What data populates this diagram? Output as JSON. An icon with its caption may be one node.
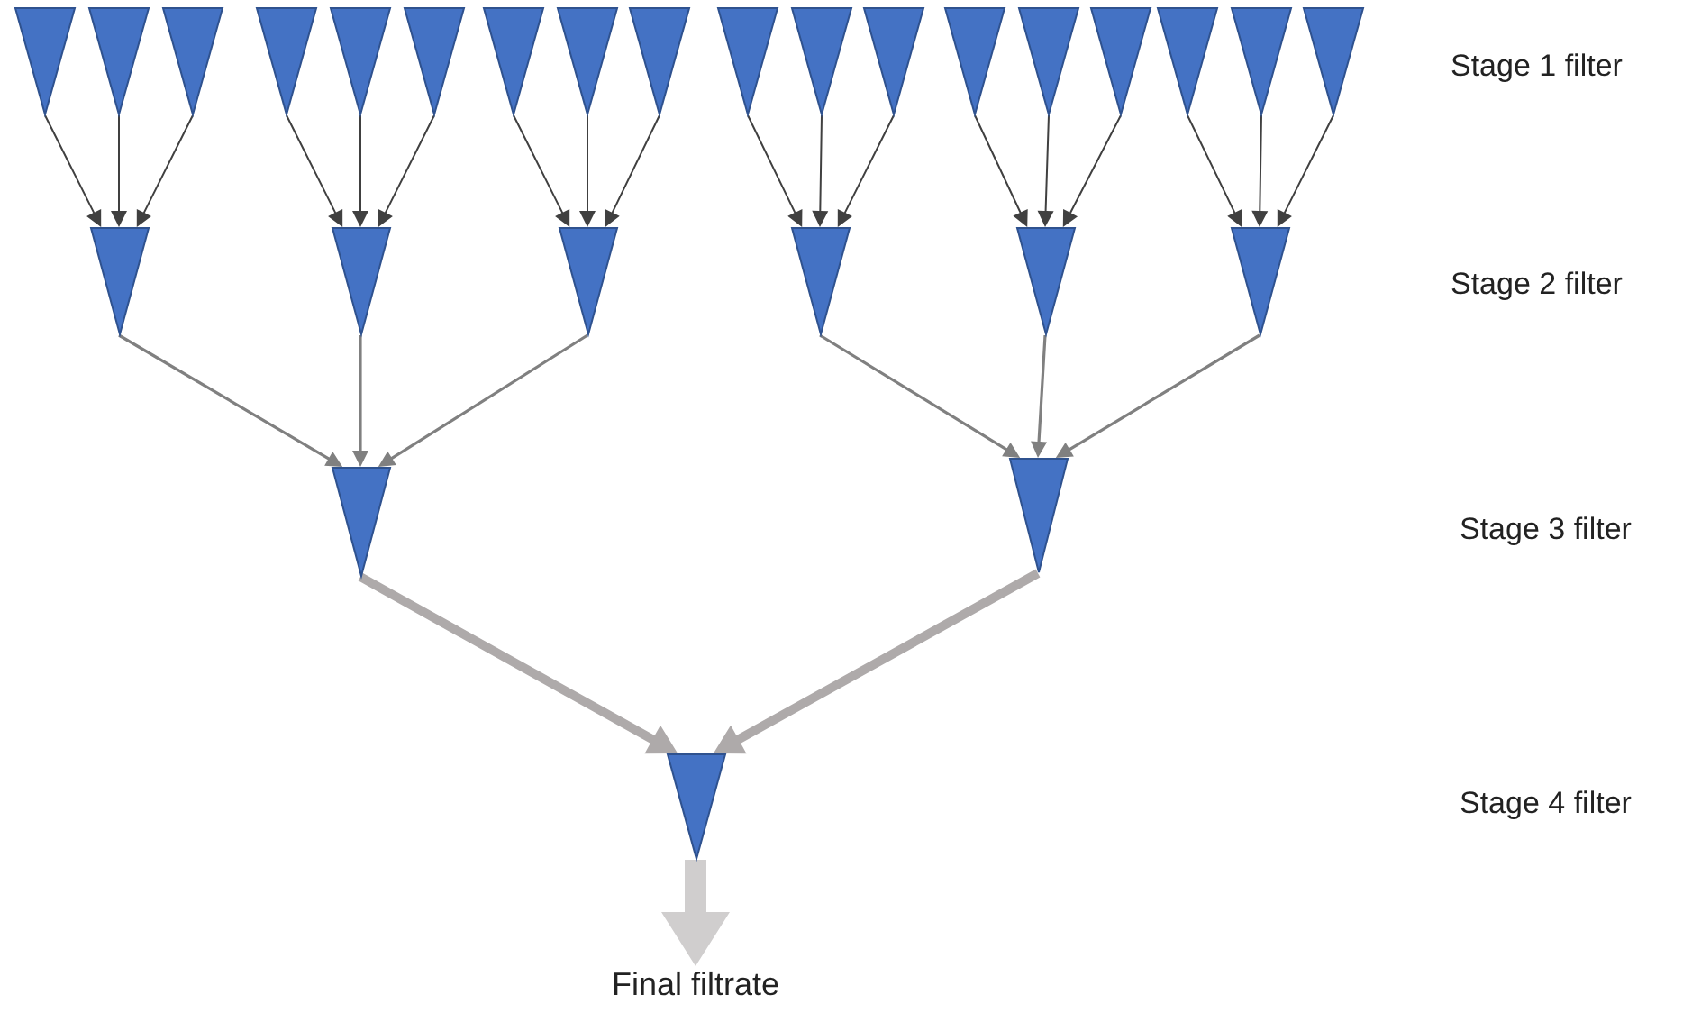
{
  "diagram": {
    "nodes": [
      {
        "text": [],
        "shape": "triangle"
      },
      {
        "text": [],
        "shape": "triangle"
      },
      {
        "text": [],
        "shape": "triangle"
      },
      {
        "text": [],
        "shape": "triangle"
      },
      {
        "text": [],
        "shape": "triangle"
      },
      {
        "text": [],
        "shape": "triangle"
      },
      {
        "text": [],
        "shape": "triangle"
      },
      {
        "text": [],
        "shape": "triangle"
      },
      {
        "text": [],
        "shape": "triangle"
      },
      {
        "text": [],
        "shape": "triangle"
      },
      {
        "text": [],
        "shape": "triangle"
      },
      {
        "text": [],
        "shape": "triangle"
      },
      {
        "text": [],
        "shape": "triangle"
      },
      {
        "text": [],
        "shape": "triangle"
      },
      {
        "text": [],
        "shape": "triangle"
      },
      {
        "text": [],
        "shape": "triangle"
      },
      {
        "text": [],
        "shape": "triangle"
      },
      {
        "text": [],
        "shape": "triangle"
      },
      {
        "text": [],
        "shape": "triangle"
      },
      {
        "text": [],
        "shape": "triangle"
      },
      {
        "text": [],
        "shape": "triangle"
      },
      {
        "text": [],
        "shape": "triangle"
      },
      {
        "text": [],
        "shape": "triangle"
      },
      {
        "text": [],
        "shape": "triangle"
      },
      {
        "text": [],
        "shape": "triangle"
      },
      {
        "text": [],
        "shape": "triangle"
      },
      {
        "text": [],
        "shape": "triangle"
      },
      {
        "text": [
          "Final filtrate"
        ]
      }
    ],
    "edges": [
      {
        "from": 0,
        "to": 18,
        "arrow": "to"
      },
      {
        "from": 1,
        "to": 18,
        "arrow": "to"
      },
      {
        "from": 2,
        "to": 18,
        "arrow": "to"
      },
      {
        "from": 3,
        "to": 19,
        "arrow": "to"
      },
      {
        "from": 4,
        "to": 19,
        "arrow": "to"
      },
      {
        "from": 5,
        "to": 19,
        "arrow": "to"
      },
      {
        "from": 6,
        "to": 20,
        "arrow": "to"
      },
      {
        "from": 7,
        "to": 20,
        "arrow": "to"
      },
      {
        "from": 8,
        "to": 20,
        "arrow": "to"
      },
      {
        "from": 9,
        "to": 21,
        "arrow": "to"
      },
      {
        "from": 10,
        "to": 21,
        "arrow": "to"
      },
      {
        "from": 11,
        "to": 21,
        "arrow": "to"
      },
      {
        "from": 12,
        "to": 22,
        "arrow": "to"
      },
      {
        "from": 13,
        "to": 22,
        "arrow": "to"
      },
      {
        "from": 14,
        "to": 22,
        "arrow": "to"
      },
      {
        "from": 15,
        "to": 23,
        "arrow": "to"
      },
      {
        "from": 16,
        "to": 23,
        "arrow": "to"
      },
      {
        "from": 17,
        "to": 23,
        "arrow": "to"
      },
      {
        "from": 18,
        "to": 24,
        "arrow": "to",
        "color": "#808080"
      },
      {
        "from": 19,
        "to": 24,
        "arrow": "to",
        "color": "#808080"
      },
      {
        "from": 20,
        "to": 24,
        "arrow": "to",
        "color": "#808080"
      },
      {
        "from": 21,
        "to": 25,
        "arrow": "to",
        "color": "#808080"
      },
      {
        "from": 22,
        "to": 25,
        "arrow": "to",
        "color": "#808080"
      },
      {
        "from": 23,
        "to": 25,
        "arrow": "to",
        "color": "#808080"
      },
      {
        "from": 24,
        "to": 26,
        "arrow": "to",
        "style": "thick",
        "color": "#aeaaaa"
      },
      {
        "from": 25,
        "to": 26,
        "arrow": "to",
        "style": "thick",
        "color": "#aeaaaa"
      },
      {
        "from": 26,
        "to": 27,
        "arrow": "to",
        "style": "thick",
        "color": "#d0cece"
      }
    ],
    "labels": [
      "Stage 1 filter",
      "Stage 2 filter",
      "Stage 3 filter",
      "Stage 4 filter"
    ]
  }
}
